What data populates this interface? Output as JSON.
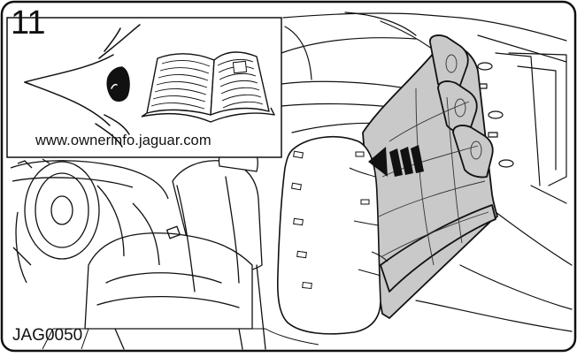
{
  "figure": {
    "step_number": "11",
    "reference_url": "www.ownerinfo.jaguar.com",
    "figure_code": "JAG0050"
  },
  "icons": {
    "eye": "eye-icon",
    "book": "open-book-icon",
    "arrow": "triple-chevron-arrow-icon"
  },
  "colors": {
    "line": "#111111",
    "airbag_fill": "#ffffff",
    "rear_seat_fill": "#c9c9c9",
    "background": "#ffffff"
  }
}
